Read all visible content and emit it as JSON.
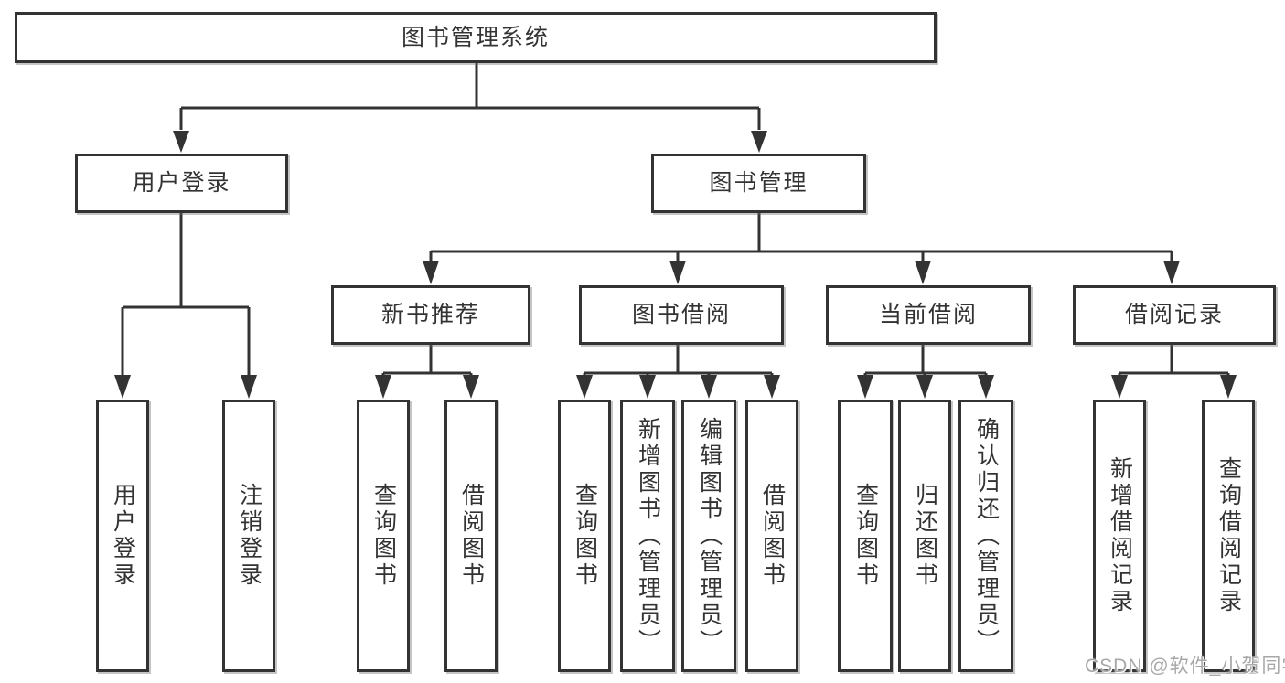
{
  "diagram": {
    "root": {
      "label": "图书管理系统"
    },
    "branches": [
      {
        "label": "用户登录",
        "children": [
          {
            "label": "用户登录"
          },
          {
            "label": "注销登录"
          }
        ]
      },
      {
        "label": "图书管理",
        "children": [
          {
            "label": "新书推荐",
            "children": [
              {
                "label": "查询图书"
              },
              {
                "label": "借阅图书"
              }
            ]
          },
          {
            "label": "图书借阅",
            "children": [
              {
                "label": "查询图书"
              },
              {
                "label": "新增图书（管理员）"
              },
              {
                "label": "编辑图书（管理员）"
              },
              {
                "label": "借阅图书"
              }
            ]
          },
          {
            "label": "当前借阅",
            "children": [
              {
                "label": "查询图书"
              },
              {
                "label": "归还图书"
              },
              {
                "label": "确认归还（管理员）"
              }
            ]
          },
          {
            "label": "借阅记录",
            "children": [
              {
                "label": "新增借阅记录"
              },
              {
                "label": "查询借阅记录"
              }
            ]
          }
        ]
      }
    ]
  },
  "watermark": {
    "text": "CSDN @软件_小贺同学"
  },
  "colors": {
    "line": "#333333",
    "box_border": "#333333",
    "box_fill": "#ffffff",
    "text": "#333333",
    "watermark": "#a8a8a8"
  }
}
